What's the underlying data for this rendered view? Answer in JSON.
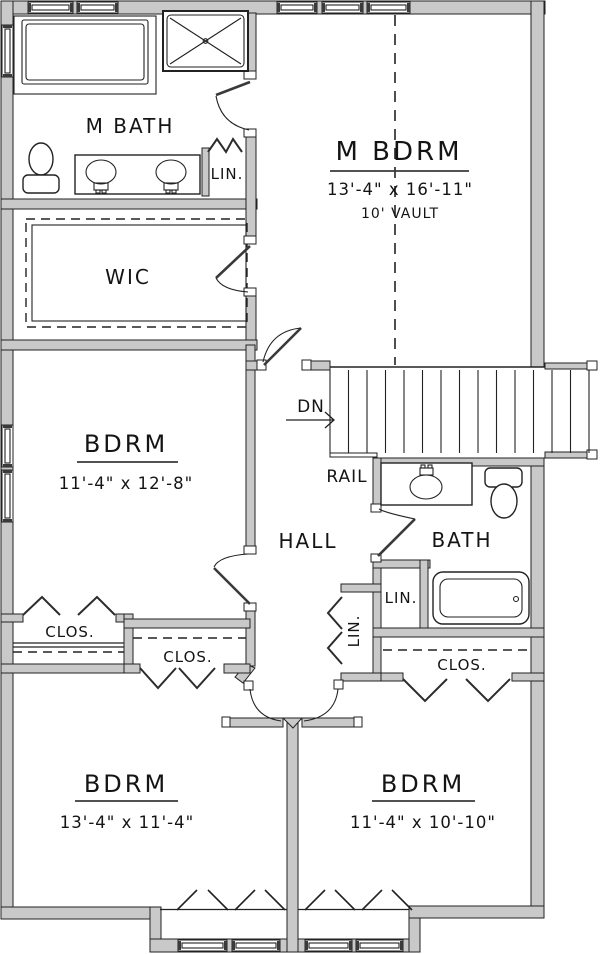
{
  "plan": {
    "rooms": {
      "m_bath": {
        "label": "M BATH"
      },
      "m_bdrm": {
        "label": "M BDRM",
        "dims": "13'-4\" x 16'-11\"",
        "note": "10' VAULT"
      },
      "wic": {
        "label": "WIC"
      },
      "bdrm_left": {
        "label": "BDRM",
        "dims": "11'-4\" x 12'-8\""
      },
      "hall": {
        "label": "HALL"
      },
      "bath": {
        "label": "BATH"
      },
      "bdrm_bl": {
        "label": "BDRM",
        "dims": "13'-4\" x 11'-4\""
      },
      "bdrm_br": {
        "label": "BDRM",
        "dims": "11'-4\" x 10'-10\""
      }
    },
    "annotations": {
      "down": "DN",
      "rail": "RAIL",
      "linen_mbath": "LIN.",
      "linen_hall": "LIN.",
      "linen_bath": "LIN.",
      "closet_left": "CLOS.",
      "closet_center": "CLOS.",
      "closet_bath": "CLOS."
    },
    "colors": {
      "wall_fill": "#c9c9c9",
      "line": "#222222",
      "background": "#ffffff"
    }
  }
}
